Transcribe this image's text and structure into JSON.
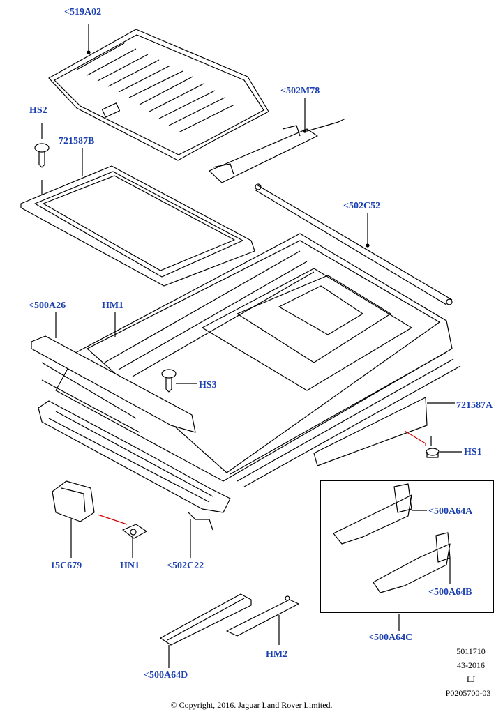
{
  "callouts": {
    "c519a02": "<519A02",
    "c502m78": "<502M78",
    "hs2": "HS2",
    "c721587b": "721587B",
    "c502c52": "<502C52",
    "c500a26": "<500A26",
    "hm1": "HM1",
    "hs3": "HS3",
    "c721587a": "721587A",
    "hs1": "HS1",
    "c500a64a": "<500A64A",
    "c500a64b": "<500A64B",
    "c500a64c": "<500A64C",
    "c15c679": "15C679",
    "hn1": "HN1",
    "c502c22": "<502C22",
    "hm2": "HM2",
    "c500a64d": "<500A64D"
  },
  "meta": {
    "line1": "5011710",
    "line2": "43-2016",
    "line3": "LJ",
    "line4": "P0205700-03"
  },
  "copyright": "© Copyright, 2016. Jaguar Land Rover Limited.",
  "colors": {
    "callout": "#1a3fb0",
    "line": "#000000",
    "leader_red": "#d00000"
  }
}
